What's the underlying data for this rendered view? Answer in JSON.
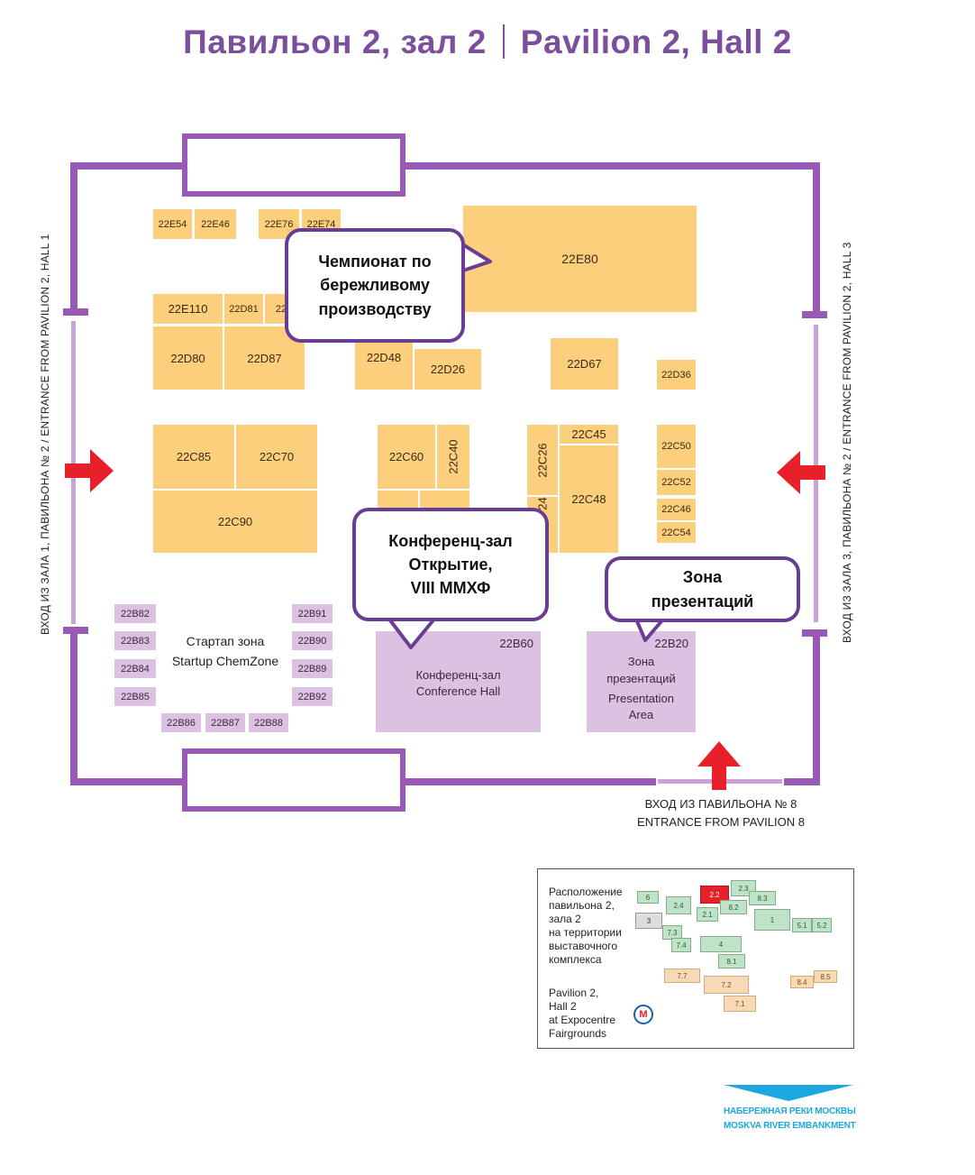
{
  "title": {
    "ru": "Павильон 2, зал 2",
    "en": "Pavilion 2, Hall 2"
  },
  "entrances": {
    "left": "ВХОД ИЗ ЗАЛА 1, ПАВИЛЬОНА № 2 / ENTRANCE FROM PAVILION 2, HALL 1",
    "right": "ВХОД ИЗ ЗАЛА 3, ПАВИЛЬОНА № 2 / ENTRANCE FROM PAVILION 2, HALL 3",
    "bottom_ru": "ВХОД ИЗ ПАВИЛЬОНА № 8",
    "bottom_en": "ENTRANCE FROM PAVILION 8"
  },
  "stands": {
    "s22E54": "22E54",
    "s22E46": "22E46",
    "s22E76": "22E76",
    "s22E74": "22E74",
    "s22E80": "22E80",
    "s22E110": "22E110",
    "s22D81": "22D81",
    "s22D8x": "22D",
    "s22D80": "22D80",
    "s22D87": "22D87",
    "s22D48": "22D48",
    "s22D26": "22D26",
    "s22D67": "22D67",
    "s22D36": "22D36",
    "s22C85": "22C85",
    "s22C70": "22C70",
    "s22C90": "22C90",
    "s22C60": "22C60",
    "s22C40": "22C40",
    "s22C26": "22C26",
    "s22C24": "24",
    "s22C45": "22C45",
    "s22C48": "22C48",
    "s22C50": "22C50",
    "s22C52": "22C52",
    "s22C46": "22C46",
    "s22C54": "22C54"
  },
  "startup": {
    "ru": "Стартап зона",
    "en": "Startup ChemZone",
    "b82": "22B82",
    "b83": "22B83",
    "b84": "22B84",
    "b85": "22B85",
    "b86": "22B86",
    "b87": "22B87",
    "b88": "22B88",
    "b91": "22B91",
    "b90": "22B90",
    "b89": "22B89",
    "b92": "22B92"
  },
  "conference": {
    "code": "22B60",
    "ru": "Конференц-зал",
    "en": "Conference Hall"
  },
  "presentation": {
    "code": "22B20",
    "ru": "Зона\nпрезентаций",
    "en": "Presentation\nArea"
  },
  "callouts": {
    "championship": "Чемпионат по\nбережливому\nпроизводству",
    "conference": "Конференц-зал\nОткрытие,\nVIII ММХФ",
    "presentation": "Зона\nпрезентаций"
  },
  "inset": {
    "ru": "Расположение\nпавильона 2,\nзала 2\nна территории\nвыставочного\nкомплекса",
    "en": "Pavilion 2,\nHall 2\nat Expocentre\nFairgrounds",
    "labels": {
      "a": "2.2",
      "b": "2.3",
      "c": "2.4",
      "d": "2.1",
      "e": "8.2",
      "f": "8.3",
      "g": "6",
      "h": "3",
      "i": "7.3",
      "j": "7.4",
      "k": "1",
      "l": "5.1",
      "m": "5.2",
      "n": "4",
      "o": "8.1",
      "p": "7.7",
      "q": "7.2",
      "r": "7.1",
      "s": "8.4",
      "t": "8.5"
    },
    "metro": "М"
  },
  "embankment": "НАБЕРЕЖНАЯ РЕКИ МОСКВЫ\nMOSKVA RIVER EMBANKMENT",
  "colors": {
    "wall": "#9b59b6",
    "stand": "#fbcf7c",
    "purple_stand": "#dcc1e3",
    "arrow": "#e8202a",
    "river": "#1ca7e0"
  }
}
